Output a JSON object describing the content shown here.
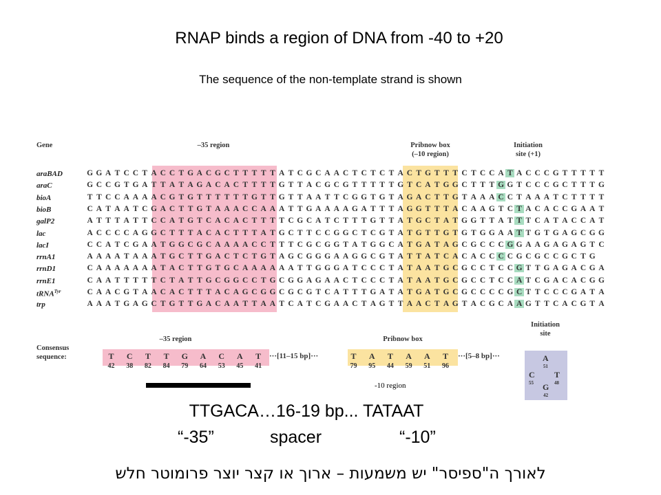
{
  "title": "RNAP binds a region of DNA from -40 to +20",
  "subtitle": "The sequence of the non-template strand is shown",
  "figure": {
    "header_gene": "Gene",
    "header_minus35": "–35 region",
    "header_pribnow": [
      "Pribnow box",
      "(–10 region)"
    ],
    "header_initiation": [
      "Initiation",
      "site (+1)"
    ],
    "rows": [
      {
        "gene": "araBAD",
        "seq": "GGATCCTACCTGACGCTTTTTATCGCAACTCTCTACTGTTTCTCCATACCCGTTTTT"
      },
      {
        "gene": "araC",
        "seq": "GCCGTGATTATAGACACTTTTGTTACGCGTTTTTGTCATGGCTTTGGTCCCGCTTTG"
      },
      {
        "gene": "bioA",
        "seq": "TTCCAAAACGTGTTTTTTGTTGTTAATTCGGTGTAGACTTGTAAACCTAAATCTTTT"
      },
      {
        "gene": "bioB",
        "seq": "CATAATCGACTTGTAAACCAAATTGAAAAGATTTAGGTTTACAAGTCTACACCGAAT"
      },
      {
        "gene": "galP2",
        "seq": "ATTTATTCCATGTCACACTTTTCGCATCTTTGTTATGCTATGGTTATTTCATACCAT"
      },
      {
        "gene": "lac",
        "seq": "ACCCCAGGCTTTACACTTTATGCTTCCGGCTCGTATGTTGTGTGGAATTGTGAGCGG"
      },
      {
        "gene": "lacI",
        "seq": "CCATCGAATGGCGCAAAACCTTTCGCGGTATGGCATGATAGCGCCCGGAAGAGAGTC"
      },
      {
        "gene": "rrnA1",
        "seq": "AAAATAAATGCTTGACTCTGTAGCGGGAAGGCGTATTATCACACCCCGCGCCGCTG"
      },
      {
        "gene": "rrnD1",
        "seq": "CAAAAAAATACTTGTGCAAAAAATTGGGATCCCTATAATGCGCCTCCGTTGAGACGA"
      },
      {
        "gene": "rrnE1",
        "seq": "CAATTTTTCTATTGCGGCCTGCGGAGAACTCCCTATAATGCGCCTCCATCGACACGG"
      },
      {
        "gene": "tRNATyr",
        "seq": "CAACGTAACACTTTACAGCGGCGCGTCATTTGATATGATGCGCCCCGCTTCCCGATA"
      },
      {
        "gene": "trp",
        "seq": "AAATGAGCTGTTGACAATTAATCATCGAACTAGTTAACTAGTACGCAAGTTCACGTA"
      }
    ],
    "consensus_label": [
      "Consensus",
      "sequence:"
    ],
    "consensus_minus35_label": "–35 region",
    "consensus_pribnow_label": "Pribnow box",
    "consensus_initiation_label": [
      "Initiation",
      "site"
    ],
    "minus35_bases": [
      "T",
      "C",
      "T",
      "T",
      "G",
      "A",
      "C",
      "A",
      "T"
    ],
    "minus35_percent": [
      "42",
      "38",
      "82",
      "84",
      "79",
      "64",
      "53",
      "45",
      "41"
    ],
    "spacer_text": "···[11–15 bp]···",
    "pribnow_bases": [
      "T",
      "A",
      "T",
      "A",
      "A",
      "T"
    ],
    "pribnow_percent": [
      "79",
      "95",
      "44",
      "59",
      "51",
      "96"
    ],
    "spacer2_text": "···[5–8 bp]···",
    "init_A": "A",
    "init_A_pct": "51",
    "init_C": "C",
    "init_C_pct": "55",
    "init_T": "T",
    "init_T_pct": "48",
    "init_G": "G",
    "init_G_pct": "42",
    "minus10_caption": "-10 region"
  },
  "consensus_text": "TTGACA…16-19 bp... TATAAT",
  "label_minus35": "“-35”",
  "label_spacer": "spacer",
  "label_minus10": "“-10”",
  "hebrew_note": "לאורך ה\"ספיסר\" יש משמעות – ארוך או קצר יוצר פרומוטר חלש",
  "colors": {
    "minus35_band": "#f6bccb",
    "pribnow_band": "#fbe3a0",
    "init_mark": "#a8dcc0",
    "initiation_box": "#c7c8e2",
    "rule": "#000000"
  }
}
